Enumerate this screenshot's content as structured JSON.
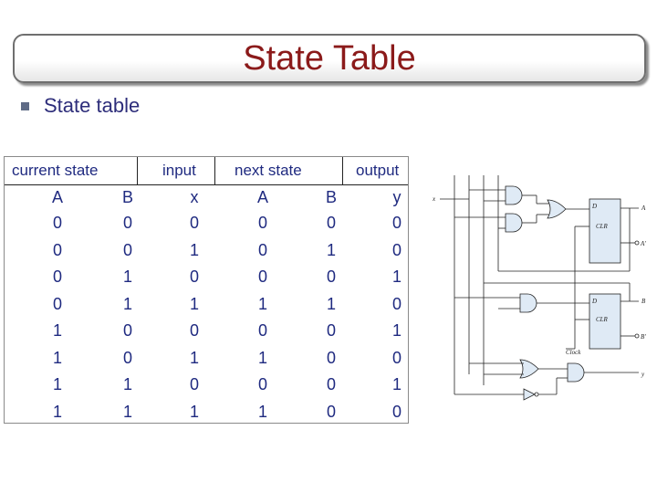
{
  "slide": {
    "title": "State Table",
    "bullet": "State table"
  },
  "table": {
    "headers": {
      "current_state": "current   state",
      "input": "input",
      "next_state": "next   state",
      "output": "output"
    },
    "subheaders": [
      "A",
      "B",
      "x",
      "A",
      "B",
      "y"
    ],
    "rows": [
      [
        "0",
        "0",
        "0",
        "0",
        "0",
        "0"
      ],
      [
        "0",
        "0",
        "1",
        "0",
        "1",
        "0"
      ],
      [
        "0",
        "1",
        "0",
        "0",
        "0",
        "1"
      ],
      [
        "0",
        "1",
        "1",
        "1",
        "1",
        "0"
      ],
      [
        "1",
        "0",
        "0",
        "0",
        "0",
        "1"
      ],
      [
        "1",
        "0",
        "1",
        "1",
        "0",
        "0"
      ],
      [
        "1",
        "1",
        "0",
        "0",
        "0",
        "1"
      ],
      [
        "1",
        "1",
        "1",
        "1",
        "0",
        "0"
      ]
    ]
  },
  "circuit": {
    "input_label": "x",
    "ff1_d": "D",
    "ff1_clr": "CLR",
    "ff1_q": "A",
    "ff1_qbar": "A'",
    "ff2_d": "D",
    "ff2_clr": "CLR",
    "ff2_q": "B",
    "ff2_qbar": "B'",
    "clock_label": "Clock",
    "output_label": "y"
  }
}
